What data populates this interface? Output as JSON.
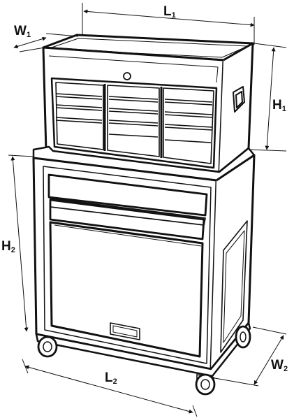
{
  "labels": {
    "length_top": {
      "main": "L",
      "sub": "1"
    },
    "width_top": {
      "main": "W",
      "sub": "1"
    },
    "height_top": {
      "main": "H",
      "sub": "1"
    },
    "height_bottom": {
      "main": "H",
      "sub": "2"
    },
    "length_bottom": {
      "main": "L",
      "sub": "2"
    },
    "width_bottom": {
      "main": "W",
      "sub": "2"
    }
  },
  "colors": {
    "outline": "#111111",
    "dimension_line": "#111111",
    "background": "#ffffff"
  }
}
